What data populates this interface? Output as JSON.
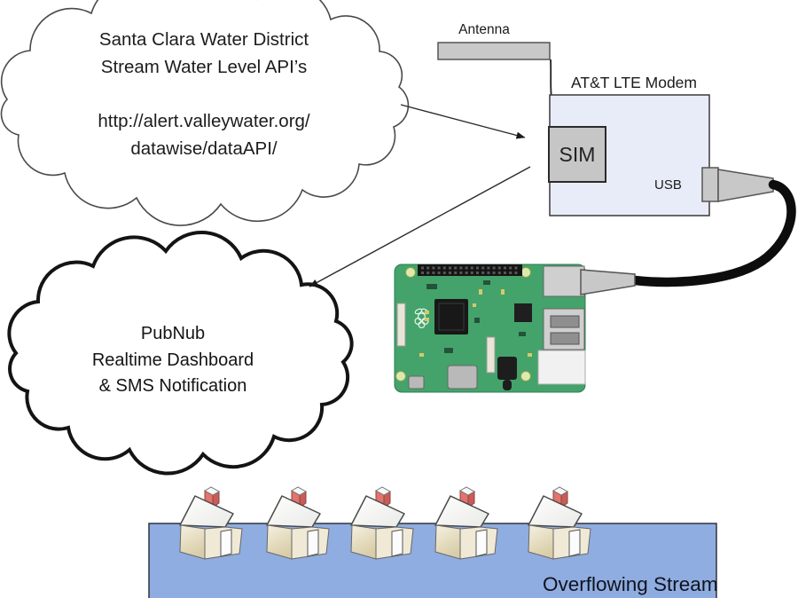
{
  "diagram": {
    "title_hint": "Stream water level IoT alert system diagram",
    "source_cloud": {
      "line1": "Santa Clara Water District",
      "line2": "Stream Water Level API’s",
      "line3": "http://alert.valleywater.org/",
      "line4": "datawise/dataAPI/"
    },
    "pubnub_cloud": {
      "line1": "PubNub",
      "line2": "Realtime Dashboard",
      "line3": "& SMS Notification"
    },
    "modem": {
      "antenna_label": "Antenna",
      "label": "AT&T LTE Modem",
      "sim_label": "SIM",
      "usb_label": "USB",
      "body_fill": "#e8ecf8",
      "sim_fill": "#c6c6c6",
      "antenna_fill": "#c9c9c9"
    },
    "raspberry_pi": {
      "board_fill": "#44a36b"
    },
    "stream": {
      "label": "Overflowing Stream",
      "fill": "#8fade0",
      "house_count": 5
    },
    "icons": {
      "cloud": "scalloped-cloud-outline",
      "house": "isometric-house-with-red-chimney",
      "cable": "black-usb-cable"
    }
  }
}
